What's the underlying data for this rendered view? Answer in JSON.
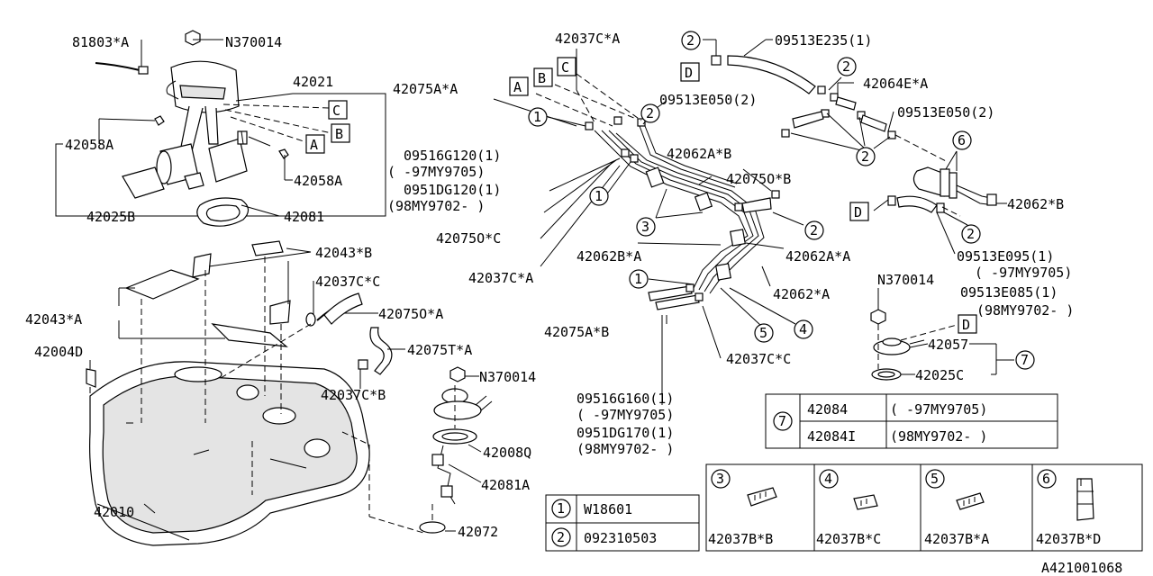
{
  "callouts": {
    "c81803a": "81803*A",
    "cN370014a": "N370014",
    "c42021": "42021",
    "c42058a1": "42058A",
    "c42058a2": "42058A",
    "c42025b": "42025B",
    "c42081": "42081",
    "c42043b": "42043*B",
    "c42043a": "42043*A",
    "c42037cc": "42037C*C",
    "c42075oa": "42075O*A",
    "c42004d": "42004D",
    "c42075ta": "42075T*A",
    "c42037cb": "42037C*B",
    "c42010": "42010",
    "cN370014b": "N370014",
    "c42008q": "42008Q",
    "c42081a": "42081A",
    "c42072": "42072",
    "c42037ca1": "42037C*A",
    "c42075aa": "42075A*A",
    "c09516g120": "09516G120(1)",
    "c09516g120r": "(    -97MY9705)",
    "c0951dg120": "0951DG120(1)",
    "c0951dg120r": "(98MY9702-    )",
    "c42075oc": "42075O*C",
    "c42037ca2": "42037C*A",
    "c09513e050a": "09513E050(2)",
    "c42062ab": "42062A*B",
    "c42075ob": "42075O*B",
    "c42062ba": "42062B*A",
    "c42062aa": "42062A*A",
    "c42062a": "42062*A",
    "c42075ab": "42075A*B",
    "c42037cc2": "42037C*C",
    "c09516g160": "09516G160(1)",
    "c09516g160r": "(    -97MY9705)",
    "c0951dg170": "0951DG170(1)",
    "c0951dg170r": "(98MY9702-    )",
    "c09513e235": "09513E235(1)",
    "c42064ea": "42064E*A",
    "c09513e050b": "09513E050(2)",
    "c42062b": "42062*B",
    "c09513e095": "09513E095(1)",
    "c09513e095r": "(    -97MY9705)",
    "c09513e085": "09513E085(1)",
    "c09513e085r": "(98MY9702-    )",
    "cN370014c": "N370014",
    "c42057": "42057",
    "c42025c": "42025C"
  },
  "letters": {
    "A": "A",
    "B": "B",
    "C": "C",
    "D": "D"
  },
  "numbers": {
    "n1": "1",
    "n2": "2",
    "n3": "3",
    "n4": "4",
    "n5": "5",
    "n6": "6",
    "n7": "7"
  },
  "legend_1_2": {
    "rows": [
      {
        "num": "1",
        "part": "W18601"
      },
      {
        "num": "2",
        "part": "092310503"
      }
    ]
  },
  "legend_7": {
    "num": "7",
    "rows": [
      {
        "part": "42084",
        "range": "(    -97MY9705)"
      },
      {
        "part": "42084I",
        "range": "(98MY9702-    )"
      }
    ]
  },
  "clip_panels": [
    {
      "num": "3",
      "part": "42037B*B"
    },
    {
      "num": "4",
      "part": "42037B*C"
    },
    {
      "num": "5",
      "part": "42037B*A"
    },
    {
      "num": "6",
      "part": "42037B*D"
    }
  ],
  "diagram_id": "A421001068"
}
